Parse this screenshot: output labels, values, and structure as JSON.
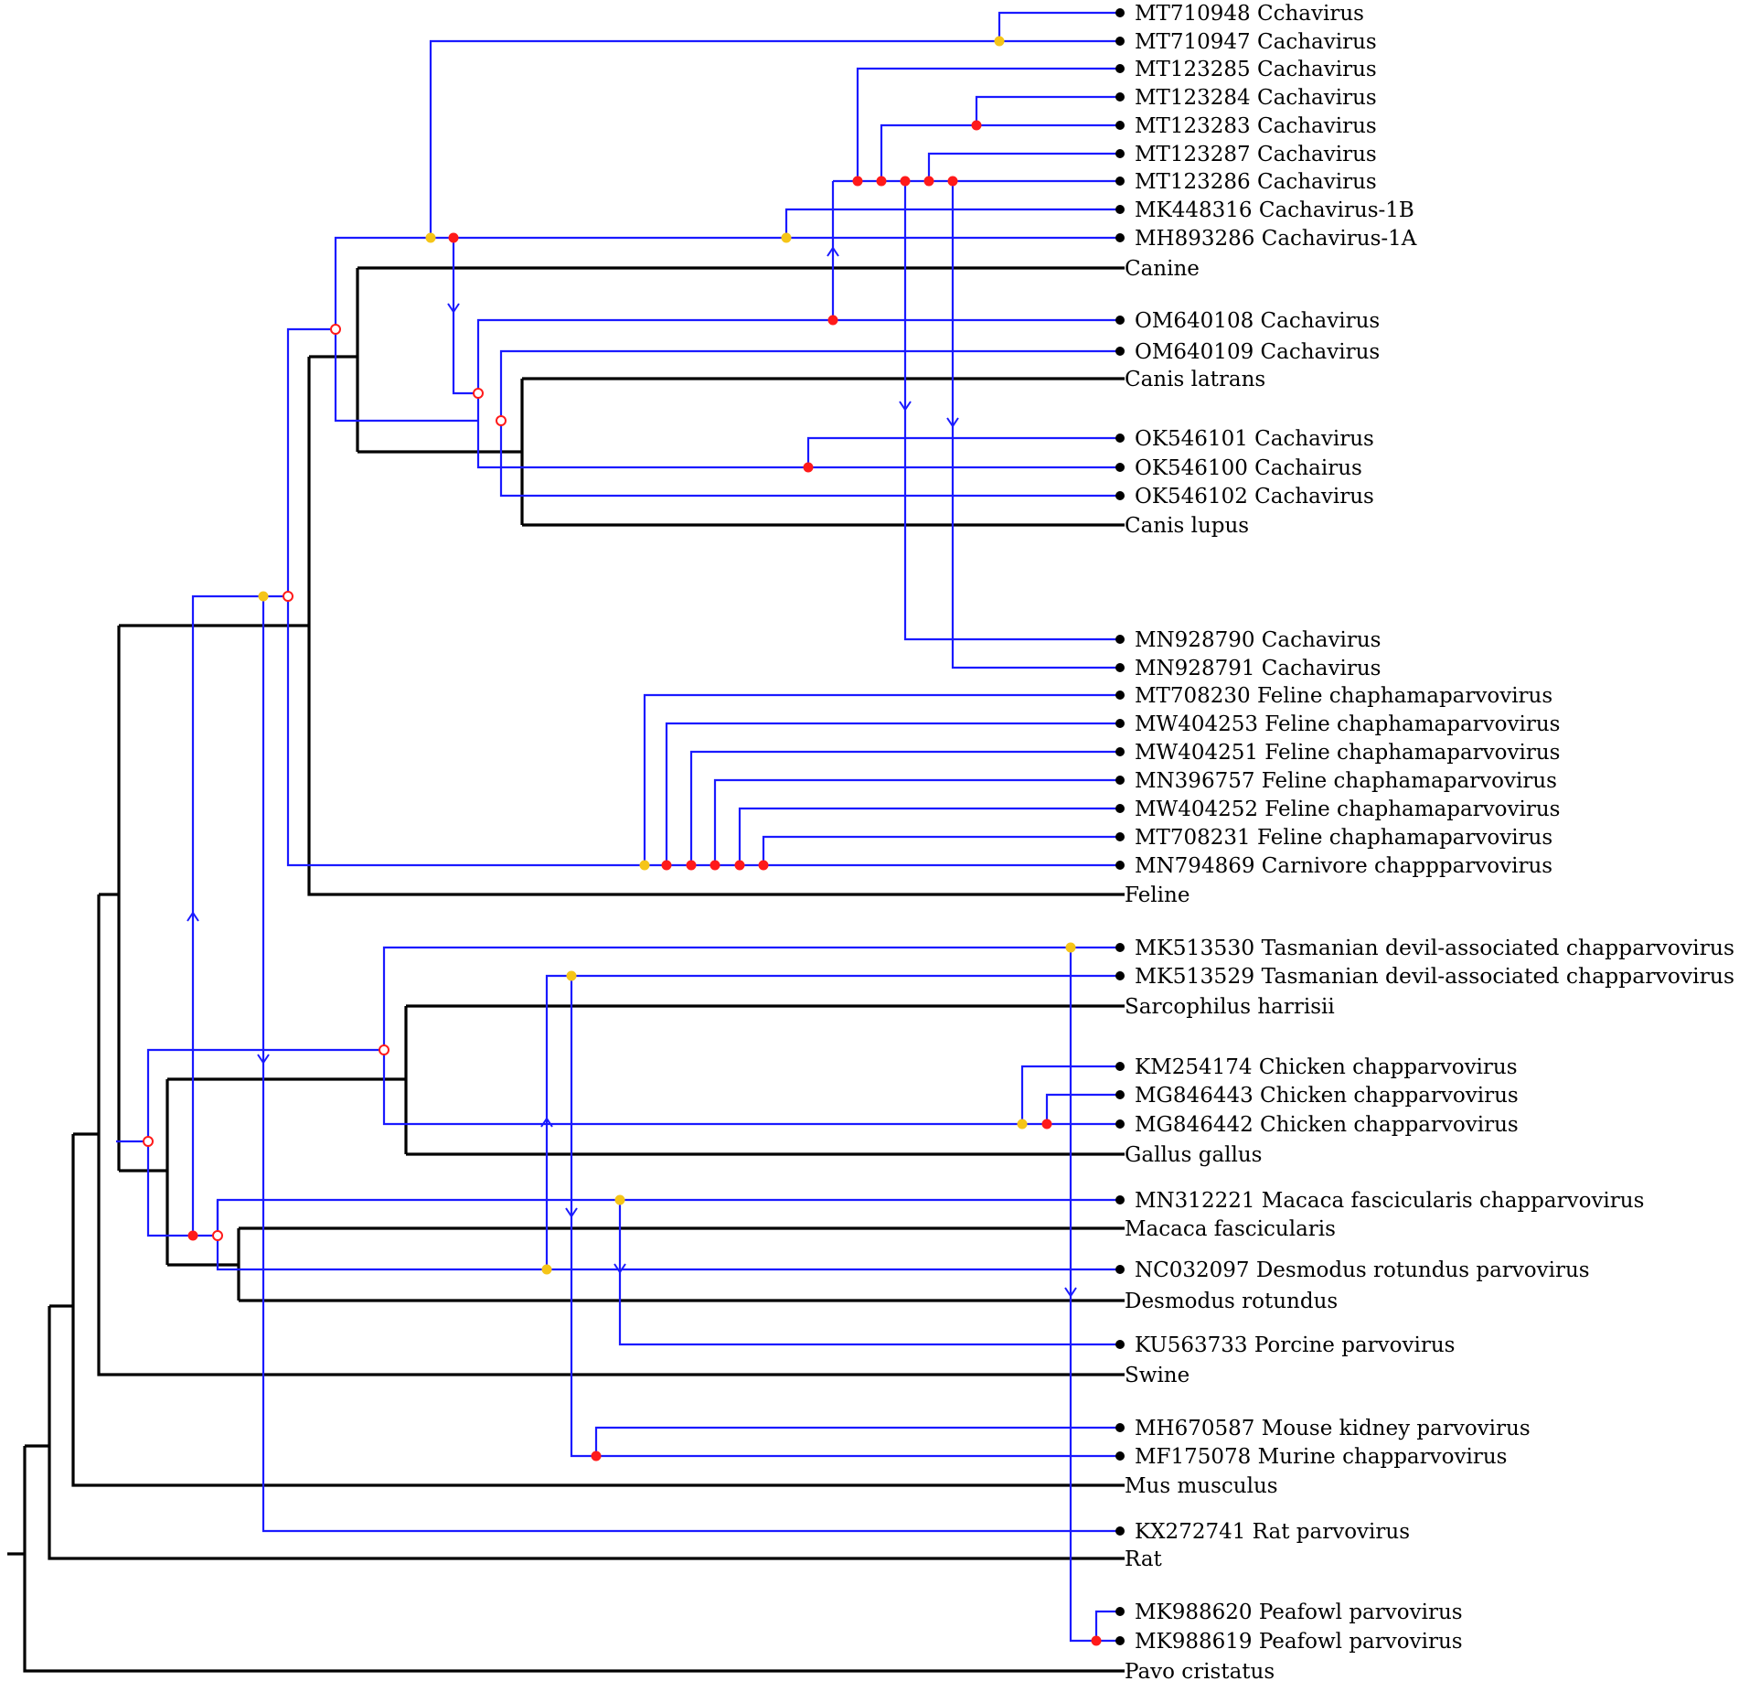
{
  "colors": {
    "host_tree": "#000000",
    "parasite_tree": "#1a1aff",
    "cospeciation_event": "#ff1a1a",
    "duplication_event": "#f5c518",
    "host_switch_node": "#ff1a1a",
    "leaf_dot": "#000000"
  },
  "parasite_leaves": [
    "MT710948 Cchavirus",
    "MT710947 Cachavirus",
    "MT123285 Cachavirus",
    "MT123284 Cachavirus",
    "MT123283 Cachavirus",
    "MT123287 Cachavirus",
    "MT123286 Cachavirus",
    "MK448316 Cachavirus-1B",
    "MH893286 Cachavirus-1A",
    "OM640108 Cachavirus",
    "OM640109 Cachavirus",
    "OK546101 Cachavirus",
    "OK546100 Cachairus",
    "OK546102 Cachavirus",
    "MN928790 Cachavirus",
    "MN928791 Cachavirus",
    "MT708230 Feline chaphamaparvovirus",
    "MW404253 Feline chaphamaparvovirus",
    "MW404251 Feline chaphamaparvovirus",
    "MN396757 Feline chaphamaparvovirus",
    "MW404252 Feline chaphamaparvovirus",
    "MT708231 Feline chaphamaparvovirus",
    "MN794869 Carnivore chappparvovirus",
    "MK513530 Tasmanian devil-associated chapparvovirus",
    "MK513529 Tasmanian devil-associated chapparvovirus",
    "KM254174 Chicken chapparvovirus",
    "MG846443 Chicken chapparvovirus",
    "MG846442 Chicken chapparvovirus",
    "MN312221 Macaca fascicularis chapparvovirus",
    "NC032097 Desmodus rotundus parvovirus",
    "KU563733 Porcine parvovirus",
    "MH670587 Mouse kidney parvovirus",
    "MF175078 Murine chapparvovirus",
    "KX272741 Rat parvovirus",
    "MK988620 Peafowl parvovirus",
    "MK988619 Peafowl parvovirus"
  ],
  "host_leaves": [
    "Canine",
    "Canis latrans",
    "Canis lupus",
    "Feline",
    "Sarcophilus harrisii",
    "Gallus gallus",
    "Macaca fascicularis",
    "Desmodus rotundus",
    "Swine",
    "Mus musculus",
    "Rat",
    "Pavo cristatus"
  ]
}
